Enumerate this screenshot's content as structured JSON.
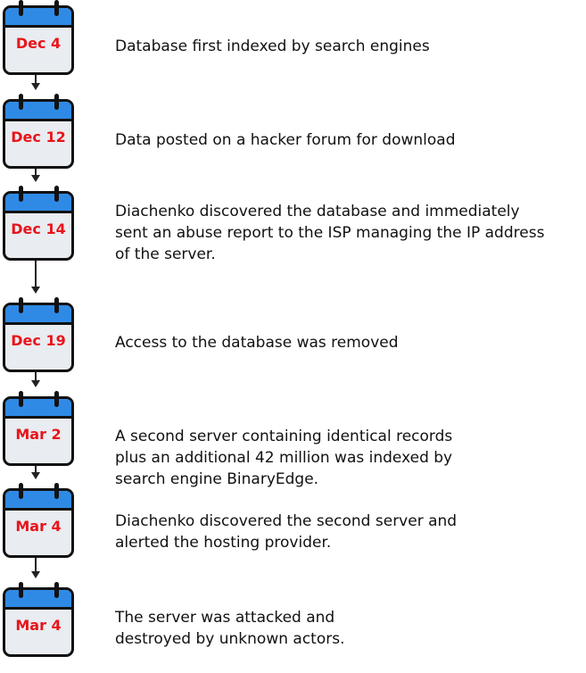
{
  "events": [
    {
      "date": "Dec 4",
      "text": "Database first indexed by search engines"
    },
    {
      "date": "Dec 12",
      "text": "Data posted on a hacker forum for download"
    },
    {
      "date": "Dec 14",
      "text": "Diachenko discovered the database and immediately sent an abuse report to the ISP managing the IP address of the server."
    },
    {
      "date": "Dec 19",
      "text": "Access to the database was removed"
    },
    {
      "date": "Mar 2",
      "text": "A second server containing identical records plus an additional 42 million was indexed by search engine BinaryEdge."
    },
    {
      "date": "Mar 4",
      "text": "Diachenko discovered the second server and alerted the hosting provider."
    },
    {
      "date": "Mar 4",
      "text": "The server was attacked and destroyed by unknown actors."
    }
  ]
}
